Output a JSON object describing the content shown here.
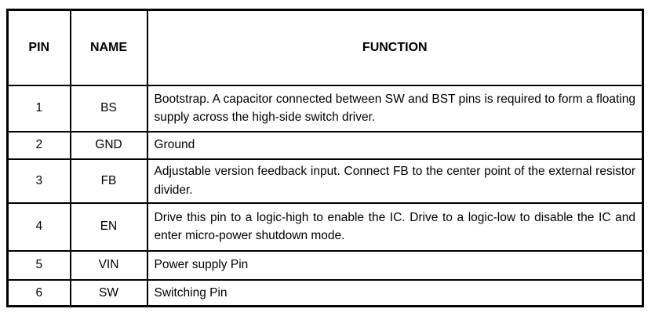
{
  "table": {
    "headers": {
      "pin": "PIN",
      "name": "NAME",
      "function": "FUNCTION"
    },
    "rows": [
      {
        "pin": "1",
        "name": "BS",
        "function": "Bootstrap. A capacitor connected between SW and BST pins is required to form a floating supply across the high-side switch driver."
      },
      {
        "pin": "2",
        "name": "GND",
        "function": "Ground"
      },
      {
        "pin": "3",
        "name": "FB",
        "function": "Adjustable version feedback input. Connect FB to the center point of the external resistor divider."
      },
      {
        "pin": "4",
        "name": "EN",
        "function": "Drive this pin to a logic-high to enable the IC. Drive to a logic-low to disable the IC and enter micro-power shutdown mode."
      },
      {
        "pin": "5",
        "name": "VIN",
        "function": "Power supply Pin"
      },
      {
        "pin": "6",
        "name": "SW",
        "function": "Switching Pin"
      }
    ],
    "colors": {
      "border": "#000000",
      "text": "#000000",
      "background": "#ffffff"
    }
  }
}
